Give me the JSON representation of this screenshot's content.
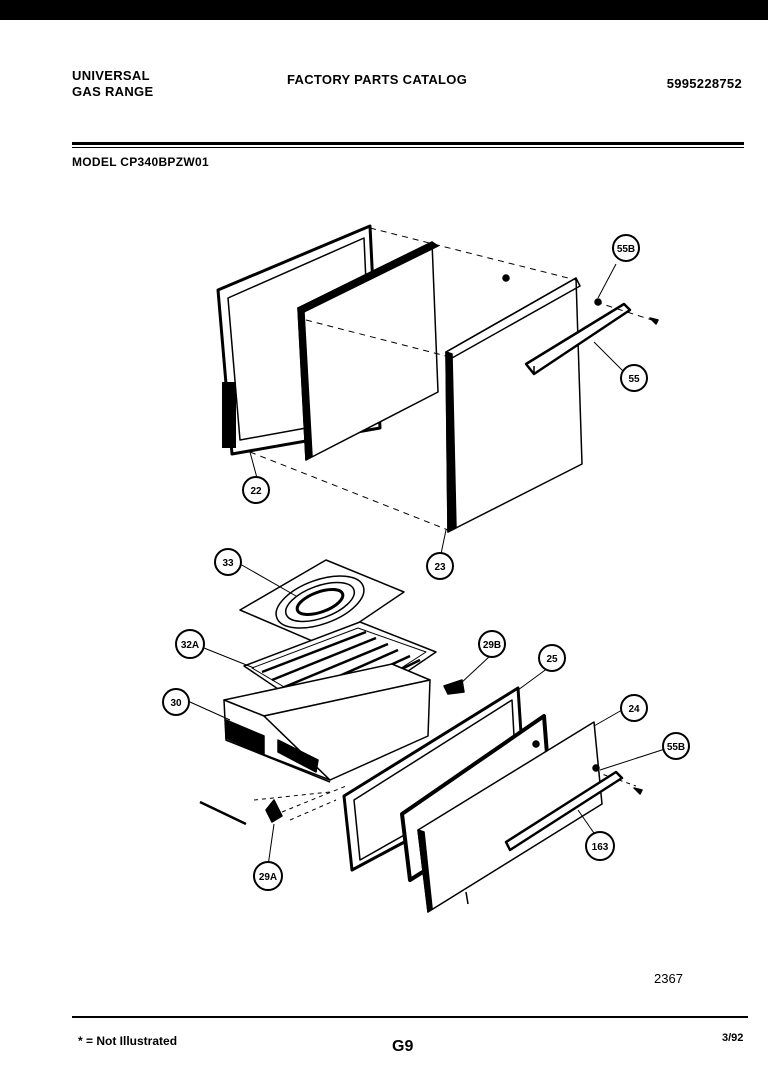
{
  "header": {
    "brand_line1": "UNIVERSAL",
    "brand_line2": "GAS RANGE",
    "catalog_title": "FACTORY PARTS CATALOG",
    "part_number": "5995228752",
    "model": "MODEL CP340BPZW01"
  },
  "callouts": [
    "55B",
    "55",
    "22",
    "23",
    "33",
    "32A",
    "29B",
    "25",
    "30",
    "24",
    "55B",
    "163",
    "29A"
  ],
  "figure_code": "2367",
  "footer": {
    "note": "* = Not Illustrated",
    "page_id": "G9",
    "date": "3/92"
  }
}
